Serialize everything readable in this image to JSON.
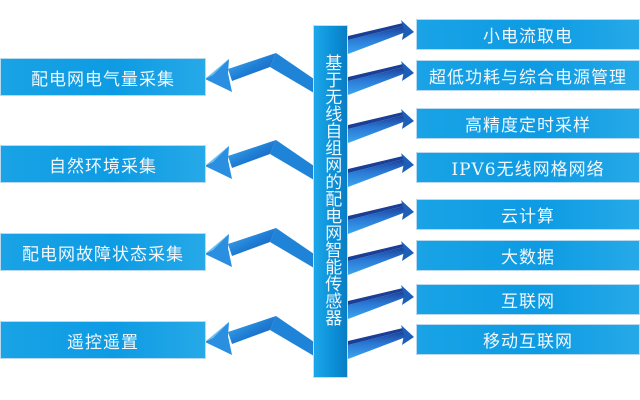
{
  "diagram": {
    "center_label": "基于无线自组网的配电网智能传感器",
    "left_items": [
      {
        "label": "配电网电气量采集"
      },
      {
        "label": "自然环境采集"
      },
      {
        "label": "配电网故障状态采集"
      },
      {
        "label": "遥控遥置"
      }
    ],
    "right_items": [
      {
        "label": "小电流取电"
      },
      {
        "label": "超低功耗与综合电源管理"
      },
      {
        "label": "高精度定时采样"
      },
      {
        "label": "IPV6无线网格网络"
      },
      {
        "label": "云计算"
      },
      {
        "label": "大数据"
      },
      {
        "label": "互联网"
      },
      {
        "label": "移动互联网"
      }
    ],
    "colors": {
      "box_fill": "#0d9be3",
      "box_text": "#f2f8fc",
      "arrow_light": "#2b8fe0",
      "arrow_dark": "#1a4fa8"
    }
  }
}
